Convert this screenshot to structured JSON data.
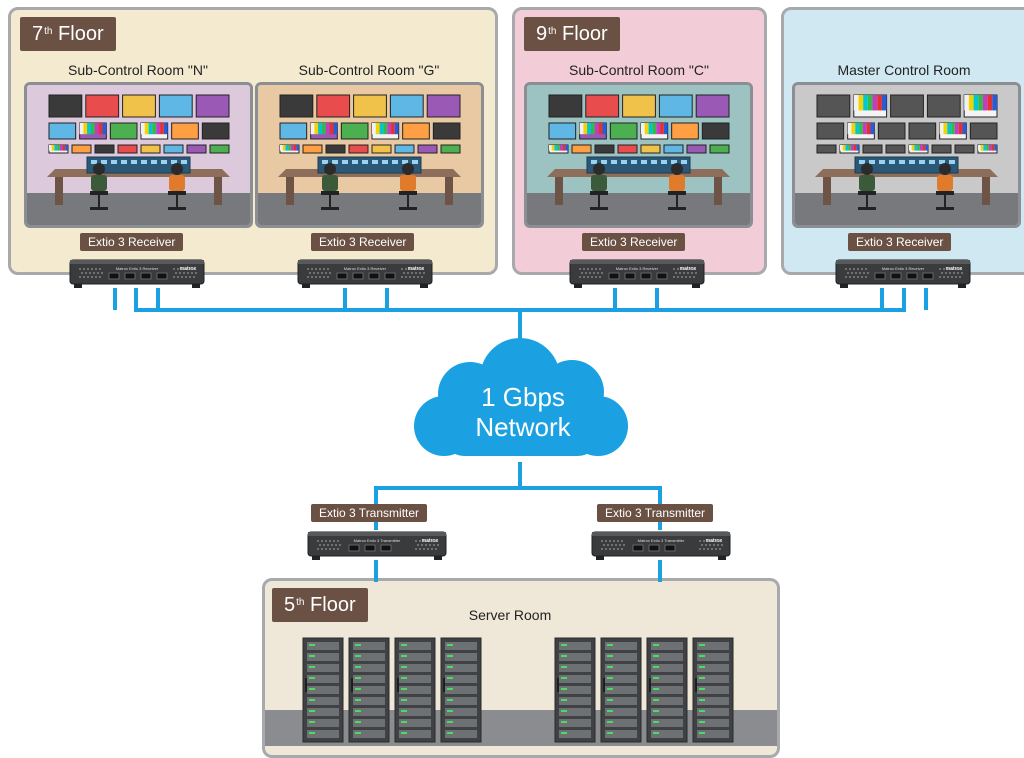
{
  "floors": {
    "f7": {
      "badge_num": "7",
      "badge_sup": "th",
      "badge_word": "Floor",
      "color": "#f3ead0"
    },
    "f9": {
      "badge_num": "9",
      "badge_sup": "th",
      "badge_word": "Floor",
      "color": "#f2ccd6"
    },
    "master": {
      "color": "#cfe8f1"
    },
    "f5": {
      "badge_num": "5",
      "badge_sup": "th",
      "badge_word": "Floor",
      "color": "#efe7d7"
    }
  },
  "rooms": {
    "n": {
      "label": "Sub-Control Room \"N\"",
      "wall_color": "#dcc9dc",
      "receiver": "Extio 3 Receiver"
    },
    "g": {
      "label": "Sub-Control Room \"G\"",
      "wall_color": "#e9c9a3",
      "receiver": "Extio 3 Receiver"
    },
    "c": {
      "label": "Sub-Control Room \"C\"",
      "wall_color": "#9cc3c1",
      "receiver": "Extio 3 Receiver"
    },
    "m": {
      "label": "Master Control Room",
      "wall_color": "#c9c9c9",
      "receiver": "Extio 3 Receiver"
    }
  },
  "network": {
    "line1": "1 Gbps",
    "line2": "Network",
    "cloud_color": "#1ba1e2",
    "line_color": "#1ba1e2"
  },
  "transmitters": {
    "left": "Extio 3 Transmitter",
    "right": "Extio 3 Transmitter"
  },
  "server_room": {
    "label": "Server Room"
  },
  "device_text": {
    "brand": "matrox",
    "receiver_model": "Matrox Extio 3 Receiver",
    "transmitter_model": "Matrox Extio 3 Transmitter"
  }
}
